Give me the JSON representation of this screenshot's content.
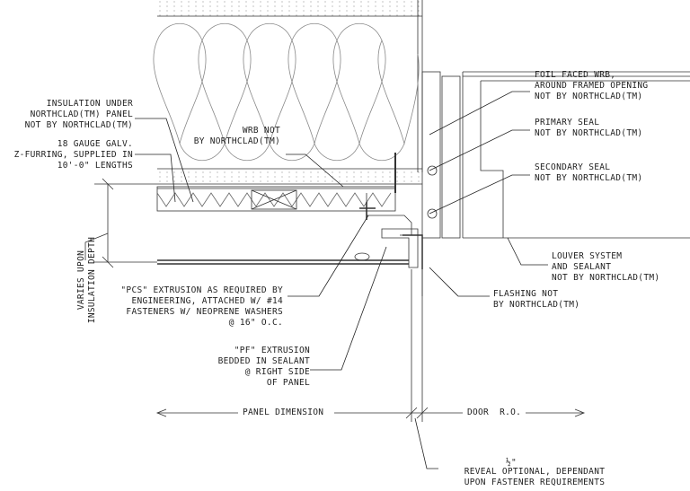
{
  "labels": {
    "insulation_under": [
      "INSULATION UNDER",
      "NORTHCLAD(TM) PANEL",
      "NOT BY NORTHCLAD(TM)"
    ],
    "z_furring": [
      "18 GAUGE GALV.",
      "Z-FURRING, SUPPLIED IN",
      "10'-0\" LENGTHS"
    ],
    "wrb": [
      "WRB NOT",
      "BY NORTHCLAD(TM)"
    ],
    "foil_wrb": [
      "FOIL FACED WRB,",
      "AROUND FRAMED OPENING",
      "NOT BY NORTHCLAD(TM)"
    ],
    "primary_seal": [
      "PRIMARY SEAL",
      "NOT BY NORTHCLAD(TM)"
    ],
    "secondary_seal": [
      "SECONDARY SEAL",
      "NOT BY NORTHCLAD(TM)"
    ],
    "louver": [
      "LOUVER SYSTEM",
      "AND SEALANT",
      "NOT BY NORTHCLAD(TM)"
    ],
    "flashing": [
      "FLASHING NOT",
      "BY NORTHCLAD(TM)"
    ],
    "pcs": [
      "\"PCS\" EXTRUSION AS REQUIRED BY",
      "ENGINEERING, ATTACHED W/ #14",
      "FASTENERS W/ NEOPRENE WASHERS",
      "@ 16\" O.C."
    ],
    "pf": [
      "\"PF\" EXTRUSION",
      "BEDDED IN SEALANT",
      "@ RIGHT SIDE",
      "OF PANEL"
    ],
    "varies": [
      "VARIES UPON",
      "INSULATION DEPTH"
    ],
    "panel_dimension": "PANEL DIMENSION",
    "door_ro": "DOOR  R.O.",
    "half_inch": "½\"",
    "reveal": [
      "REVEAL OPTIONAL, DEPENDANT",
      "UPON FASTENER REQUIREMENTS"
    ]
  }
}
